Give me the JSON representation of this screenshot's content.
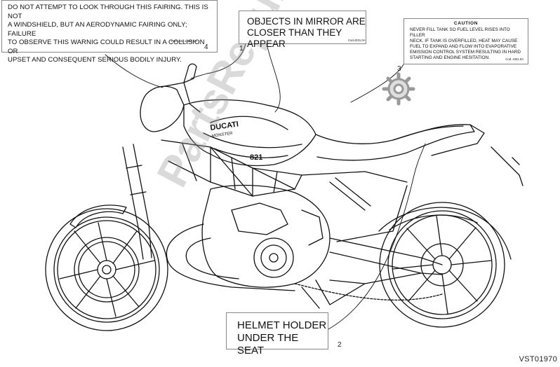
{
  "labels": {
    "windshield": {
      "number": "4",
      "lines": [
        "DO NOT ATTEMPT TO LOOK THROUGH THIS FAIRING. THIS IS NOT",
        "A WINDSHIELD, BUT AN AERODYNAMIC FAIRING ONLY; FAILURE",
        "TO OBSERVE THIS WARNIG COULD RESULT IN A COLLISION OR",
        "UPSET AND CONSEQUENT SERIOUS BODILY INJURY."
      ],
      "code": "Cod. 433.1.165.1A"
    },
    "mirror": {
      "number": "1",
      "lines": [
        "OBJECTS IN MIRROR ARE",
        "CLOSER THAN THEY APPEAR"
      ],
      "code": "Cod.4331.0A"
    },
    "caution": {
      "number": "3",
      "heading": "CAUTION",
      "lines": [
        "NEVER FILL TANK SO FUEL LEVEL RISES INTO FILLER",
        "NECK. IF TANK IS OVERFILLED, HEAT MAY CAUSE",
        "FUEL TO EXPAND AND FLOW INTO EVAPORATIVE",
        "EMISSION CONTROL SYSTEM RESULTING IN HARD",
        "STARTING AND ENGINE HESITATION."
      ],
      "code": "Cod. 4331.0A"
    },
    "helmet": {
      "number": "2",
      "lines": [
        "HELMET HOLDER",
        "UNDER THE SEAT"
      ]
    }
  },
  "bike": {
    "brand": "DUCATI",
    "model": "MONSTER",
    "model_badge": "821"
  },
  "watermark": "PartsRepublik",
  "reference": "VST01970"
}
